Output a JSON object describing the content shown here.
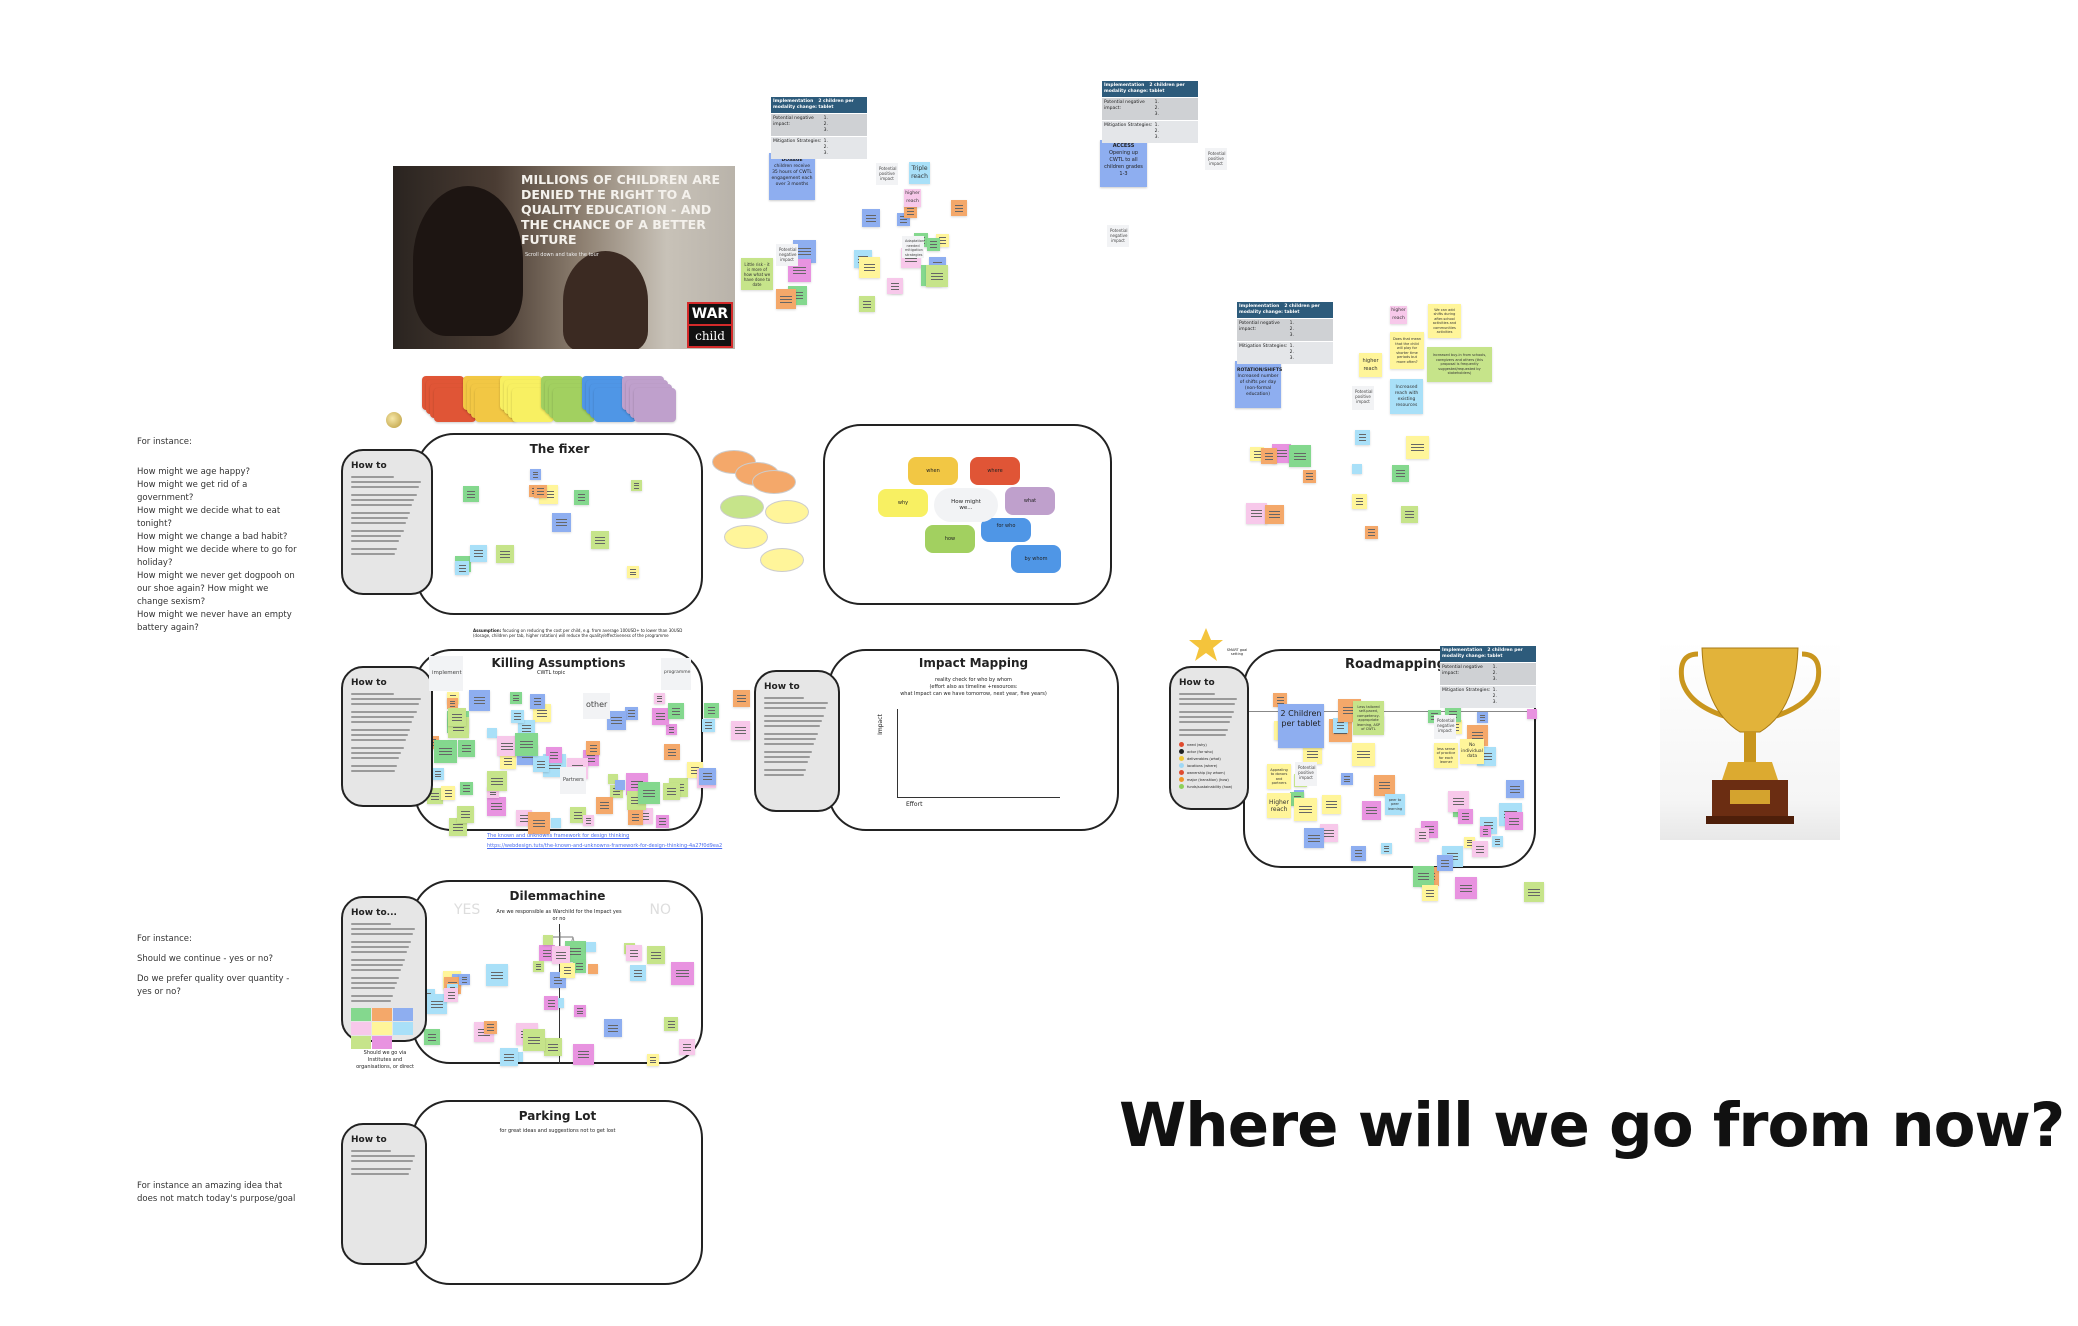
{
  "left_notes": {
    "fixer_intro": "For instance:",
    "fixer_examples": [
      "How might we age happy?",
      "How might we get rid of a government?",
      "How might we decide what to eat tonight?",
      "How might we change a bad habit?",
      "How might we decide where to go for holiday?",
      "How might we never get dogpooh on our shoe again? How might we change sexism?",
      "How might we never have an empty battery again?"
    ],
    "dilemma_intro": "For instance:",
    "dilemma_examples": [
      "Should we continue - yes or no?",
      "Do we prefer quality over quantity - yes or no?"
    ],
    "parking_example": "For instance an amazing idea that does not match today's purpose/goal"
  },
  "hero": {
    "headline": "MILLIONS OF CHILDREN ARE DENIED THE RIGHT TO A QUALITY EDUCATION - AND THE CHANCE OF A BETTER FUTURE",
    "scroll_hint": "Scroll down and take the tour",
    "logo_top": "WAR",
    "logo_bottom": "child"
  },
  "table": {
    "col1": "Implementation modality change:",
    "col2": "2 children per tablet",
    "row1": "Potential negative impact:",
    "row2": "Mitigation Strategies:",
    "nums": "1.\n2.\n3."
  },
  "strategies": {
    "dosage_title": "DOSAGE",
    "dosage_text": "children receive 35 hours of CWTL engagement each over 3 months",
    "access_title": "ACCESS",
    "access_text": "Opening up CWTL to all children grades 1-3",
    "rotation_title": "ROTATION/SHIFTS",
    "rotation_text": "Increased number of shifts per day (non-formal education)"
  },
  "notes": {
    "pos_impact": "Potential positive impact",
    "neg_impact": "Potential negative impact",
    "triple": "Triple reach",
    "higher": "higher reach",
    "adapt": "Adaptation needed mitigation strategies",
    "little": "Little risk - it is more of how what we have done to date",
    "increased": "Increased reach with existing resources",
    "buyin": "Increased buy-in from schools, caregivers and others (this proposal is frequently suggested/requested by stakeholders)",
    "shifts": "We can add shifts during after-school activities and communities activities",
    "longer": "Does that mean that the child will play for shorter time periods but more often?"
  },
  "fixer": {
    "title": "The fixer",
    "howto": "How to"
  },
  "hmw": {
    "center": "How might we...",
    "when": "when",
    "where": "where",
    "why": "why",
    "what": "what",
    "how": "how",
    "for_who": "for who",
    "by_whom": "by whom"
  },
  "killing": {
    "assumption_label": "Assumption:",
    "assumption": "focusing on reducing the cost per child, e.g. from average 100USD+ to lower than 30USD (dosage, children per tab, higher rotation) will reduce the quality/effectiveness of the programme",
    "title": "Killing Assumptions",
    "howto": "How to",
    "cat_implement": "implement",
    "cat_topic": "CWTL topic",
    "cat_other": "other",
    "cat_programme": "programme",
    "cat_partners": "Partners",
    "link1": "The known and unknowns framework for design thinking",
    "link2": "https://webdesign.tuts/the-known-and-unknowns-framework-for-design-thinking-4a27f0d9ea2"
  },
  "impact": {
    "title": "Impact Mapping",
    "howto": "How to",
    "sub1": "reality check for who by whom",
    "sub2": "(effort also as timeline +resources:",
    "sub3": "what Impact can we have tomorrow, next year, five years)",
    "y_label": "Impact",
    "x_label": "Effort"
  },
  "dilemma": {
    "title": "Dilemmachine",
    "howto": "How to...",
    "question": "Are we responsible as Warchild for the Impact yes or no",
    "yes": "YES",
    "no": "NO",
    "caption": "Should we go via Institutes and organisations, or direct"
  },
  "parking": {
    "title": "Parking Lot",
    "howto": "How to",
    "sub": "for great ideas and suggestions not to get lost"
  },
  "roadmap": {
    "title": "Roadmapping",
    "howto": "How to",
    "star": "SMART goal setting",
    "main": "2 Children per tablet",
    "higher": "Higher reach",
    "pos": "Potential positive impact",
    "neg": "Potential negative impact",
    "donors": "Appealing to donors and partners",
    "nodata": "No individual data",
    "practice": "less sense of practice for each learner",
    "peer": "peer to peer learning",
    "self": "Less tailored self-paced, competency-appropriate learning, ASP of CWTL",
    "legend": [
      "need (why)",
      "actor (for who)",
      "deliverables (what)",
      "locations (where)",
      "ownership (by whom)",
      "major (transition) (how)",
      "funds/sustainability (how)"
    ],
    "legend_colors": [
      "#e04b2f",
      "#222222",
      "#f0c93a",
      "#9fd8f5",
      "#e04b2f",
      "#f0952a",
      "#8dd05a"
    ]
  },
  "closing": {
    "headline": "Where will we go from now?"
  },
  "colors": {
    "yellow": "#fff59a",
    "blue": "#8eaef0",
    "lightblue": "#a9e0f8",
    "green": "#c6e48a",
    "mint": "#84d88e",
    "pink": "#f7c8ea",
    "magenta": "#e893e0",
    "orange": "#f4a86a"
  }
}
